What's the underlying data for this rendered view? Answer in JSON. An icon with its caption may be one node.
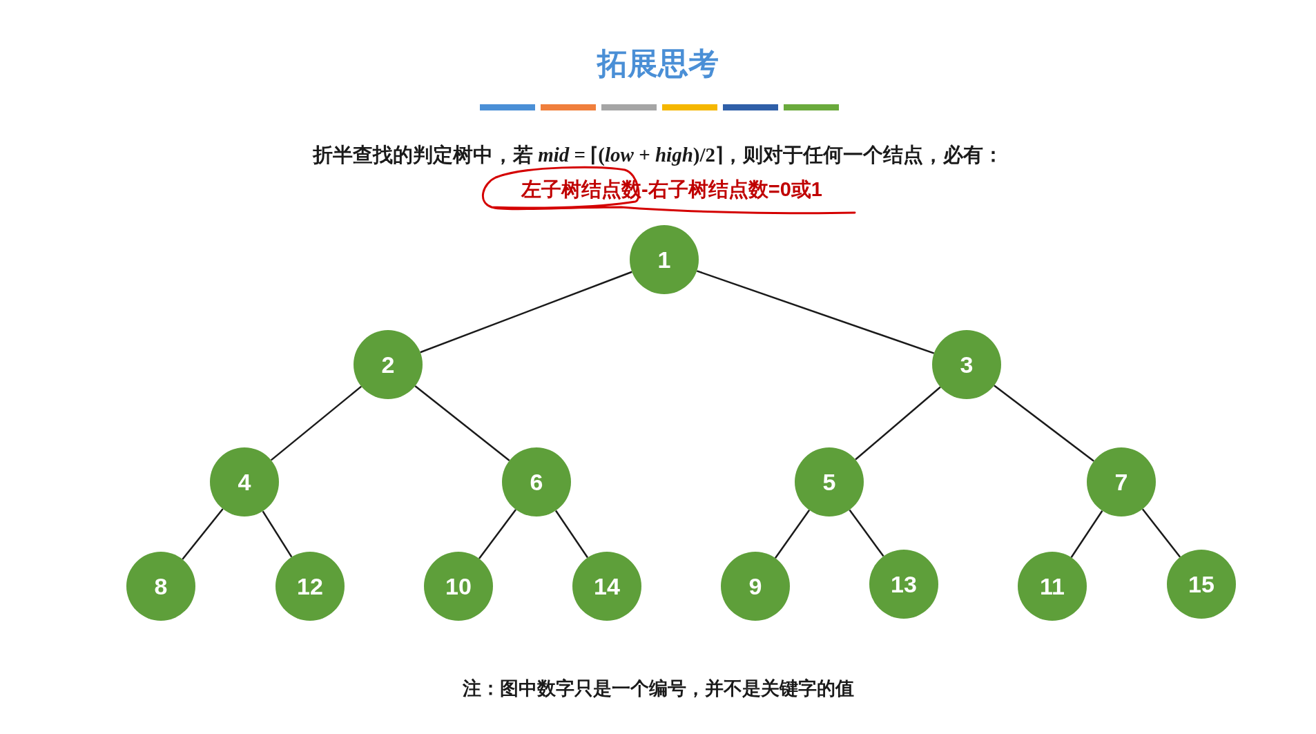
{
  "diagram": {
    "title": "拓展思考",
    "nodes": [
      {
        "text": [
          "1"
        ]
      },
      {
        "text": [
          "2"
        ]
      },
      {
        "text": [
          "3"
        ]
      },
      {
        "text": [
          "4"
        ]
      },
      {
        "text": [
          "6"
        ]
      },
      {
        "text": [
          "5"
        ]
      },
      {
        "text": [
          "7"
        ]
      },
      {
        "text": [
          "8"
        ]
      },
      {
        "text": [
          "12"
        ]
      },
      {
        "text": [
          "10"
        ]
      },
      {
        "text": [
          "14"
        ]
      },
      {
        "text": [
          "9"
        ]
      },
      {
        "text": [
          "13"
        ]
      },
      {
        "text": [
          "11"
        ]
      },
      {
        "text": [
          "15"
        ]
      }
    ],
    "edges": [
      {
        "from": 0,
        "to": 1,
        "arrow": "none"
      },
      {
        "from": 0,
        "to": 2,
        "arrow": "none"
      },
      {
        "from": 1,
        "to": 3,
        "arrow": "none"
      },
      {
        "from": 1,
        "to": 4,
        "arrow": "none"
      },
      {
        "from": 2,
        "to": 5,
        "arrow": "none"
      },
      {
        "from": 2,
        "to": 6,
        "arrow": "none"
      },
      {
        "from": 3,
        "to": 7,
        "arrow": "none"
      },
      {
        "from": 3,
        "to": 8,
        "arrow": "none"
      },
      {
        "from": 4,
        "to": 9,
        "arrow": "none"
      },
      {
        "from": 4,
        "to": 10,
        "arrow": "none"
      },
      {
        "from": 5,
        "to": 11,
        "arrow": "none"
      },
      {
        "from": 5,
        "to": 12,
        "arrow": "none"
      },
      {
        "from": 6,
        "to": 13,
        "arrow": "none"
      },
      {
        "from": 6,
        "to": 14,
        "arrow": "none"
      }
    ],
    "labels": [
      "折半查找的判定树中，若 *mid* = ⌈(*low* + *high*)/2⌉，则对于任何一个结点，必有：",
      "左子树结点数-右子树结点数=0或1",
      "注：图中数字只是一个编号，并不是关键字的值"
    ]
  }
}
